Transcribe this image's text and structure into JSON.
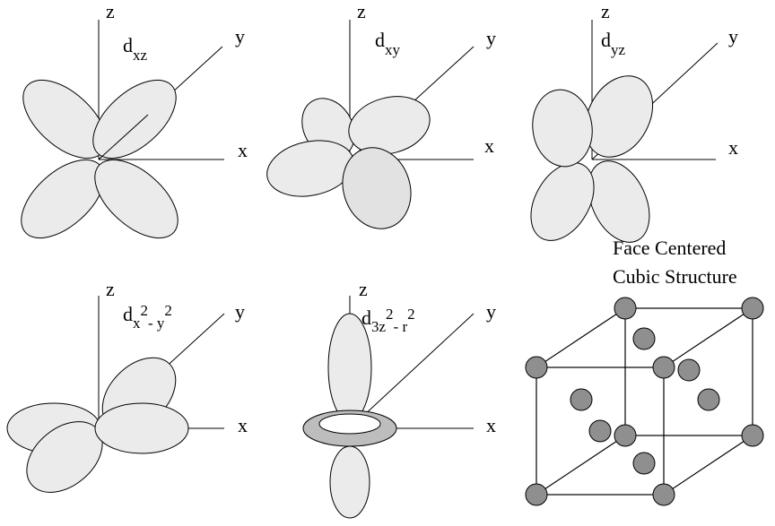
{
  "axis_labels": {
    "x": "x",
    "y": "y",
    "z": "z"
  },
  "orbitals": {
    "dxz": {
      "base": "d",
      "sub": "xz"
    },
    "dxy": {
      "base": "d",
      "sub": "xy"
    },
    "dyz": {
      "base": "d",
      "sub": "yz"
    },
    "dx2y2": {
      "base": "d",
      "sub_a": "x",
      "sup_a": "2",
      "sub_b": "- y",
      "sup_b": "2"
    },
    "d3z2r2": {
      "base": "d",
      "sub_a": "3z",
      "sup_a": "2",
      "sub_b": "- r",
      "sup_b": "2"
    }
  },
  "fcc": {
    "title_line1": "Face Centered",
    "title_line2": "Cubic Structure"
  },
  "colors": {
    "lobe_fill": "#ebebeb",
    "atom_fill": "#8f8f8f",
    "stroke": "#000000"
  }
}
